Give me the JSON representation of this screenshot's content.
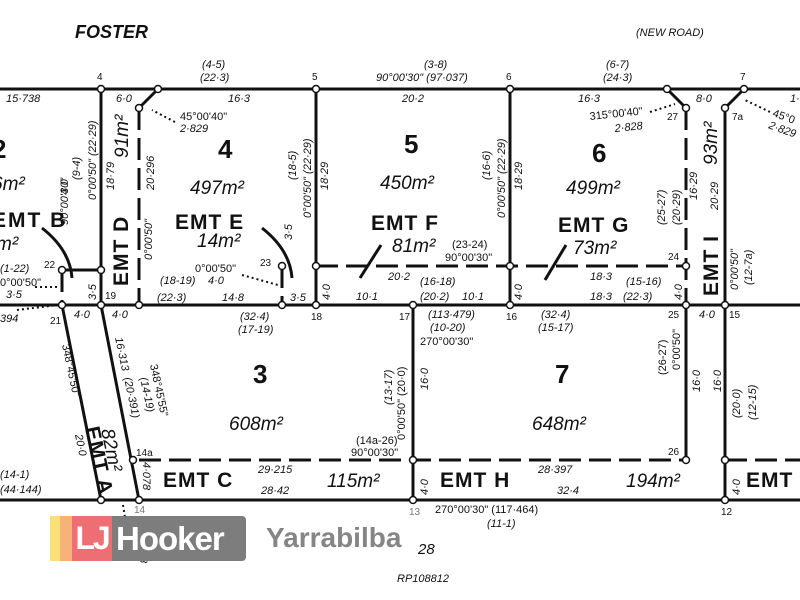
{
  "plan": {
    "street_name": "FOSTER",
    "road_note": "(NEW ROAD)",
    "plan_number": "RP108812",
    "sheet_fragment": "28"
  },
  "branding": {
    "logo_mark": "LJ",
    "logo_word": "Hooker",
    "office": "Yarrabilba",
    "colors": {
      "yellow": "#fbe07a",
      "orange": "#f7b27a",
      "red": "#ee6f73",
      "grey": "#7d7d7d"
    }
  },
  "lots": [
    {
      "number": "4",
      "area": "497m²"
    },
    {
      "number": "5",
      "area": "450m²"
    },
    {
      "number": "6",
      "area": "499m²"
    },
    {
      "number": "3",
      "area": "608m²"
    },
    {
      "number": "7",
      "area": "648m²"
    },
    {
      "number": "2",
      "area": "6m²"
    }
  ],
  "easements": [
    {
      "label": "EMT A",
      "area": "82m²"
    },
    {
      "label": "EMT B",
      "area": "m²"
    },
    {
      "label": "EMT C",
      "area": "115m²"
    },
    {
      "label": "EMT D",
      "area": "91m²"
    },
    {
      "label": "EMT E",
      "area": "14m²"
    },
    {
      "label": "EMT F",
      "area": "81m²"
    },
    {
      "label": "EMT G",
      "area": "73m²"
    },
    {
      "label": "EMT H",
      "area": "194m²"
    },
    {
      "label": "EMT I",
      "area": "93m²"
    },
    {
      "label": "EMT",
      "area": ""
    }
  ],
  "points": [
    "4",
    "5",
    "6",
    "7",
    "7a",
    "27",
    "22",
    "23",
    "24",
    "19",
    "18",
    "17",
    "16",
    "25",
    "15",
    "21",
    "14a",
    "14",
    "13",
    "12",
    "26"
  ],
  "dimensions": {
    "top_4_5": "(4-5)",
    "top_4_5_len": "(22·3)",
    "top_3_8": "(3-8)",
    "top_3_8_brg": "90°00'30\" (97·037)",
    "top_6_7": "(6-7)",
    "top_6_7_len": "(24·3)",
    "d_15738": "15·738",
    "d_60": "6·0",
    "d_163a": "16·3",
    "d_202": "20·2",
    "d_163b": "16·3",
    "d_80": "8·0",
    "d_14": "1·",
    "corner4_brg": "45°00'40\"",
    "corner4_len": "2·829",
    "corner6_brg": "315°00'40\"",
    "corner6_len": "2·828",
    "corner7_brg": "45°0",
    "corner7_len": "2·829",
    "v_2229a": "0°00'50\" (22·29)",
    "v_94": "(9-4)",
    "v_1879": "18·79",
    "v_20296": "20·296",
    "v_0050a": "0°00'50\"",
    "v_185": "(18-5)",
    "v_2229b": "0°00'50\" (22·29)",
    "v_1829a": "18·29",
    "v_166": "(16-6)",
    "v_2229c": "0°00'50\" (22·29)",
    "v_1829b": "18·29",
    "v_2527": "(25-27)",
    "v_2029a": "(20·29)",
    "v_1629": "16·29",
    "v_2029b": "20·29",
    "v_0050b": "0°00'50\"",
    "v_127a": "(12-7a)",
    "b_9000": "90°00'30\"",
    "b_40": "4·0",
    "b_122": "(1-22)",
    "b_0050": "0°00'50\"",
    "b_35": "3·5",
    "e_0050": "0°00'50\"",
    "e_40": "4·0",
    "e_35": "3·5",
    "r_1819": "(18-19)",
    "r_223": "(22·3)",
    "r_148": "14·8",
    "r_35": "3·5",
    "r_40a": "4·0",
    "f_202": "20·2",
    "f_2324": "(23-24)",
    "f_brg": "90°00'30\"",
    "f_101a": "10·1",
    "f_1618": "(16-18)",
    "f_202b": "(20·2)",
    "f_101b": "10·1",
    "g_40": "4·0",
    "g_183a": "18·3",
    "g_183b": "18·3",
    "g_1516": "(15-16)",
    "g_223": "(22·3)",
    "g_40b": "4·0",
    "d_394": "394",
    "d_40a": "4·0",
    "d_40b": "4·0",
    "d_324": "(32·4)",
    "d_1719": "(17-19)",
    "d_113479": "(113·479)",
    "d_1020": "(10-20)",
    "d_27000": "270°00'30\"",
    "d_324b": "(32·4)",
    "d_1517": "(15-17)",
    "d_40c": "4·0",
    "a_brg": "348°45'50\"",
    "a_200": "20·0",
    "a_16313": "16·313",
    "a_20391": "(20·391)",
    "a_1419": "(14-19)",
    "a_brg2": "348°45'55\"",
    "l3_1317": "(13-17)",
    "l3_0050": "0°00'50\" (20·0)",
    "l3_160": "16·0",
    "l3_14a26": "(14a-26)",
    "l3_brg": "90°00'30\"",
    "l7_2627": "(26-27)",
    "l7_0050": "0°00'50\"",
    "l7_160a": "16·0",
    "l7_160b": "16·0",
    "l7_200": "(20·0)",
    "l7_1215": "(12-15)",
    "c_29215": "29·215",
    "c_2842": "28·42",
    "c_4078": "4·078",
    "c_4078b": "4·078",
    "h_28397": "28·397",
    "h_324": "32·4",
    "h_40": "4·0",
    "h_40b": "4·0",
    "bot_141": "(14-1)",
    "bot_144": "(44·144)",
    "bot_brg": "270°00'30\" (117·464)",
    "bot_111": "(11-1)"
  }
}
